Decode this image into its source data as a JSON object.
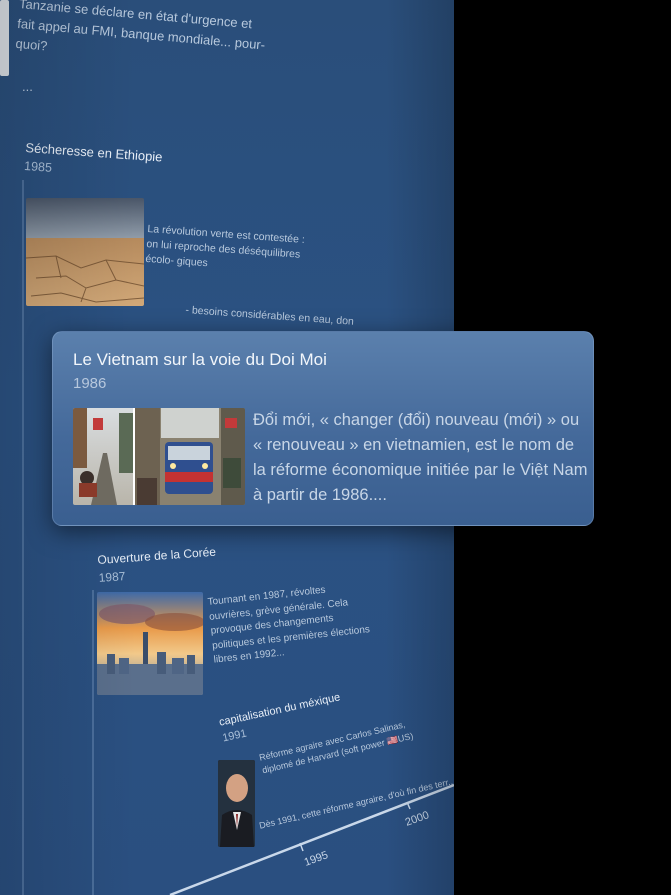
{
  "top_entry": {
    "text": "Tanzanie se déclare en état d'urgence et fait appel au FMI, banque mondiale... pour- quoi?",
    "ellipsis": "..."
  },
  "entries": [
    {
      "title": "Sécheresse en Ethiopie",
      "year": "1985",
      "text": "La révolution verte est contestée : on lui reproche des déséquilibres écolo- giques",
      "text2": "- besoins considérables en eau, don"
    },
    {
      "title": "Ouverture de la Corée",
      "year": "1987",
      "text": "Tournant en 1987, révoltes ouvrières, grève générale. Cela provoque des changements politiques et les premières élections libres en 1992..."
    },
    {
      "title": "capitalisation du méxique",
      "year": "1991",
      "text": "Réforme agraire avec Carlos Salinas, diplomé de Harvard (soft power 🇺🇸US)",
      "text2": "Dès 1991, cette réforme agraire, d'où fin des terr..."
    }
  ],
  "focused_card": {
    "title": "Le Vietnam sur la voie du Doi Moi",
    "year": "1986",
    "text": "Đổi mới, « changer (đổi) nouveau (mới) » ou « renouveau » en vietnamien, est le nom de la réforme économique initiée par le Việt Nam à partir de 1986...."
  },
  "axis": {
    "labels": [
      "1995",
      "2000"
    ]
  },
  "colors": {
    "panel": "#2b5283",
    "card": "#44699a",
    "background": "#000000"
  }
}
